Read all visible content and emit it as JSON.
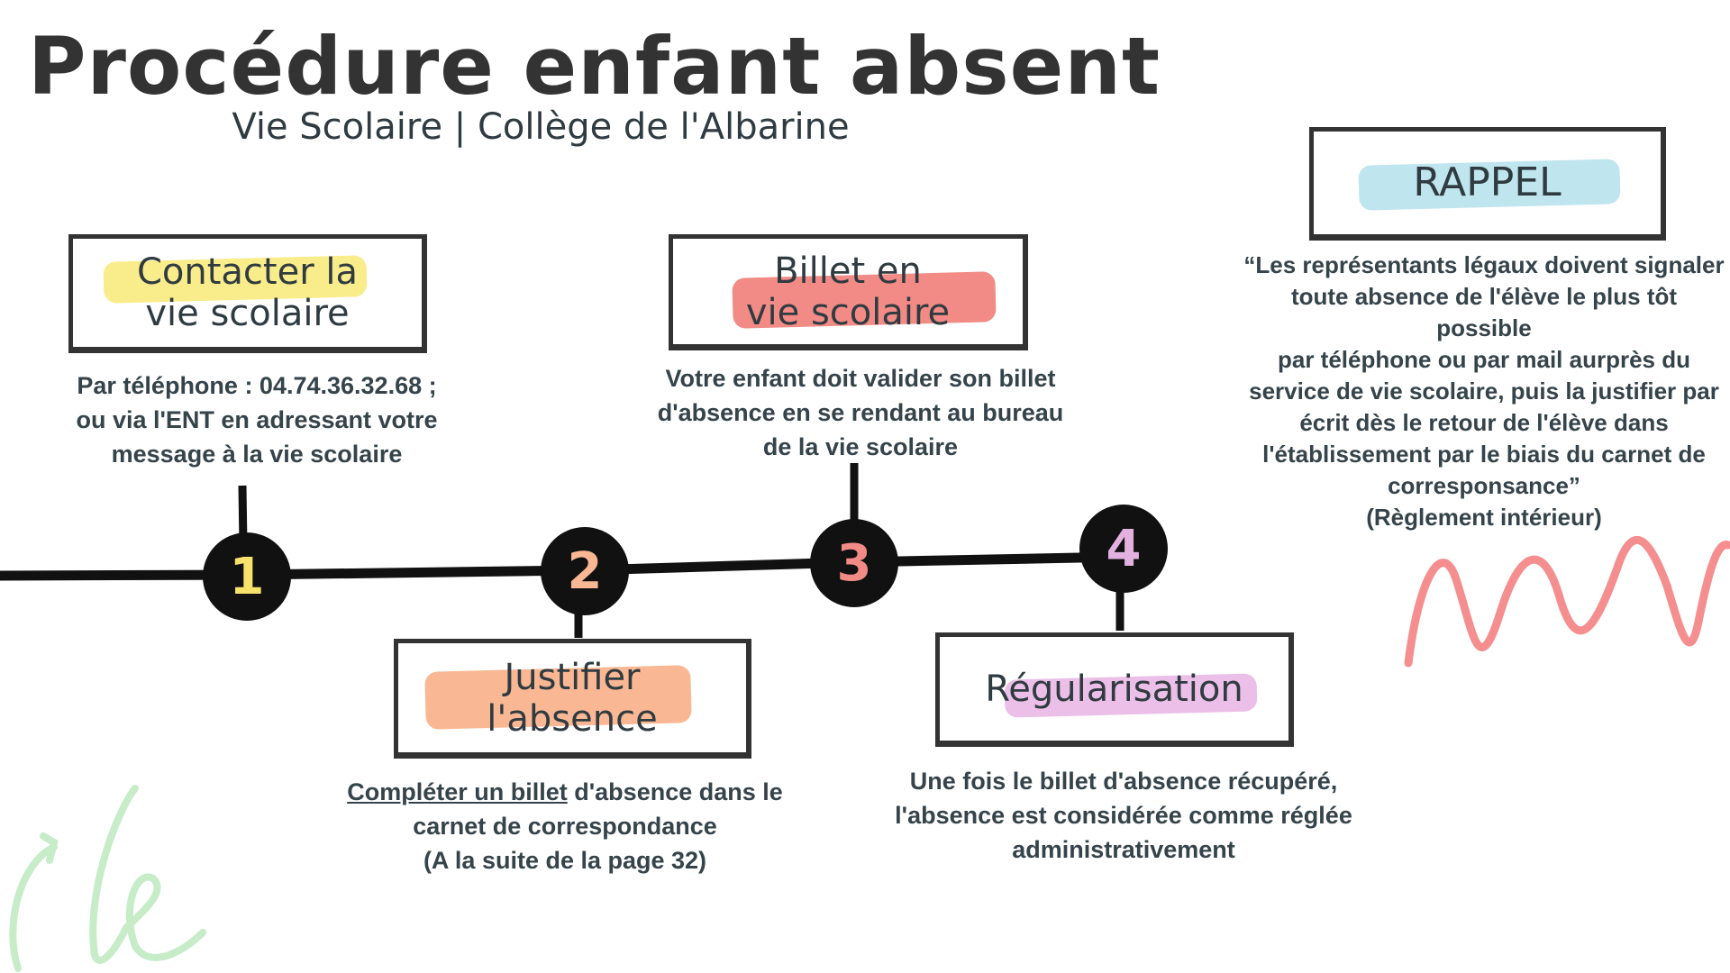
{
  "header": {
    "title": "Procédure enfant absent",
    "subtitle": "Vie Scolaire | Collège de l'Albarine"
  },
  "steps": [
    {
      "number": "1",
      "title_line1": "Contacter la",
      "title_line2": "vie scolaire",
      "highlight_color": "#f9ec8a",
      "number_color": "#f7e26b",
      "description": [
        "Par téléphone : 04.74.36.32.68 ;",
        "ou via l'ENT en adressant votre",
        "message à la vie scolaire"
      ]
    },
    {
      "number": "2",
      "title_line1": "Justifier",
      "title_line2": "l'absence",
      "highlight_color": "#f9b893",
      "number_color": "#f9b893",
      "description_link": "Compléter un billet",
      "description": [
        " d'absence dans le",
        "carnet de correspondance",
        "(A la suite de la page 32)"
      ]
    },
    {
      "number": "3",
      "title_line1": "Billet en",
      "title_line2": "vie scolaire",
      "highlight_color": "#f28b86",
      "number_color": "#f28b86",
      "description": [
        "Votre enfant doit valider son billet",
        "d'absence en se rendant au bureau",
        "de la vie scolaire"
      ]
    },
    {
      "number": "4",
      "title_line1": "Régularisation",
      "highlight_color": "#ecbfe8",
      "number_color": "#e3b1e0",
      "description": [
        "Une fois le billet d'absence récupéré,",
        "l'absence est considérée comme réglée",
        "administrativement"
      ]
    }
  ],
  "reminder": {
    "title": "RAPPEL",
    "highlight_color": "#bfe5ef",
    "lines": [
      "“Les représentants légaux doivent signaler",
      "toute absence de l'élève le plus tôt possible",
      "par téléphone ou par mail aurprès du",
      "service de vie scolaire, puis la justifier par",
      "écrit dès le retour de l'élève dans",
      "l'établissement par le biais du carnet de",
      "corresponsance”",
      "(Règlement intérieur)"
    ]
  },
  "colors": {
    "ink": "#2f3b40",
    "wave": "#f58e8e",
    "logo": "#c6ecc8"
  }
}
